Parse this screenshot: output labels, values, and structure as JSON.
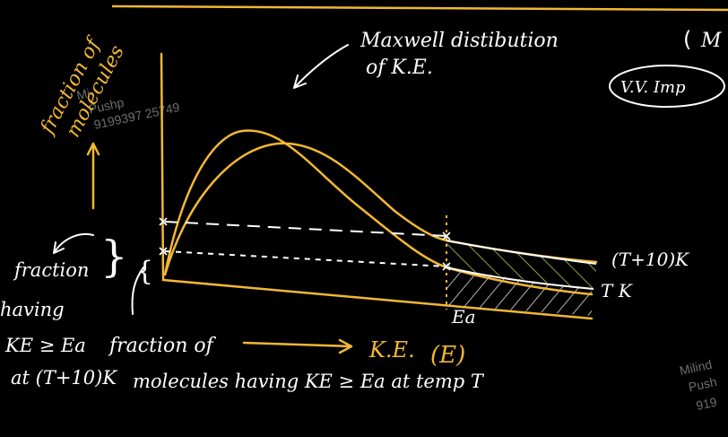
{
  "colors": {
    "background": "#000000",
    "chalk_white": "#ffffff",
    "chalk_yellow": "#f2b833",
    "watermark": "#6e6e6e"
  },
  "labels": {
    "title_line1": "Maxwell distibution",
    "title_line2": "of K.E.",
    "corner_letter": "M",
    "important_badge": "V.V. Imp",
    "y_axis_line1": "fraction of",
    "y_axis_line2": "molecules",
    "x_axis_ke": "K.E.",
    "x_axis_e": "(E)",
    "ea_marker": "Ea",
    "curve_high_temp": "(T+10)K",
    "curve_low_temp": "T K",
    "left_note_line1": "fraction",
    "left_note_line2": "having",
    "left_note_line3": "KE ≥ Ea",
    "left_note_line4": "at (T+10)K",
    "bottom_note_line1": "fraction of",
    "bottom_note_line2": "molecules having KE ≥ Ea at temp T"
  },
  "watermarks": {
    "left_name_1": "Mi",
    "left_name_2": "Pushp",
    "left_phone": "9199397 25749",
    "right_name_1": "Milind",
    "right_name_2": "Push",
    "right_phone": "919"
  }
}
